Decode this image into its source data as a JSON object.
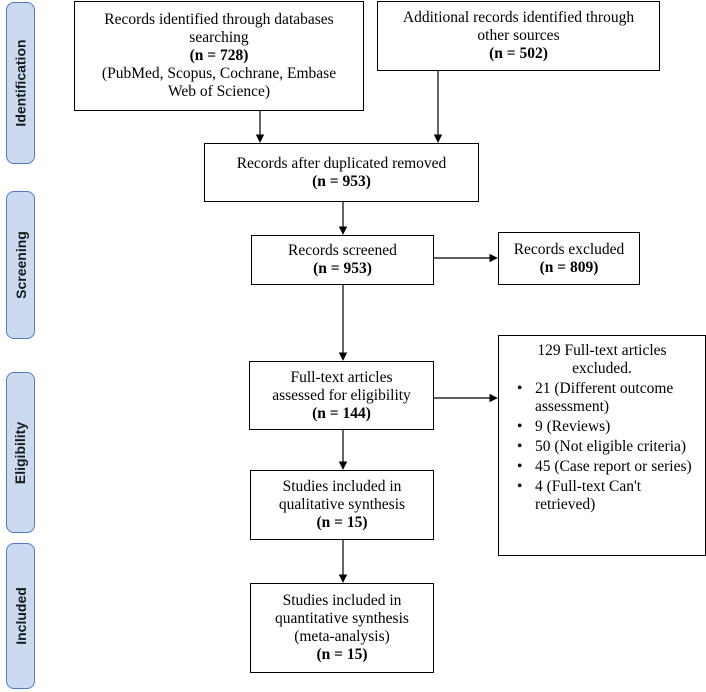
{
  "phases": {
    "identification": "Identification",
    "screening": "Screening",
    "eligibility": "Eligibility",
    "included": "Included"
  },
  "boxes": {
    "databases": {
      "line1": "Records identified through databases",
      "line2": "searching",
      "count": "(n = 728)",
      "line3": "(PubMed, Scopus, Cochrane, Embase",
      "line4": "Web of Science)"
    },
    "other_sources": {
      "line1": "Additional records identified through",
      "line2": "other sources",
      "count": "(n = 502)"
    },
    "after_duplicates": {
      "line1": "Records after duplicated removed",
      "count": "(n = 953)"
    },
    "screened": {
      "line1": "Records screened",
      "count": "(n = 953)"
    },
    "excluded": {
      "line1": "Records excluded",
      "count": "(n = 809)"
    },
    "full_text": {
      "line1": "Full-text articles",
      "line2": "assessed for eligibility",
      "count": "(n = 144)"
    },
    "full_text_excluded": {
      "line1": "129 Full-text articles",
      "line2": "excluded.",
      "items": [
        "21 (Different outcome assessment)",
        "9 (Reviews)",
        "50 (Not eligible criteria)",
        "45 (Case report or series)",
        "4 (Full-text Can't retrieved)"
      ]
    },
    "qualitative": {
      "line1": "Studies included in",
      "line2": "qualitative synthesis",
      "count": "(n = 15)"
    },
    "quantitative": {
      "line1": "Studies included in",
      "line2": "quantitative synthesis",
      "line3": "(meta-analysis)",
      "count": "(n = 15)"
    }
  }
}
